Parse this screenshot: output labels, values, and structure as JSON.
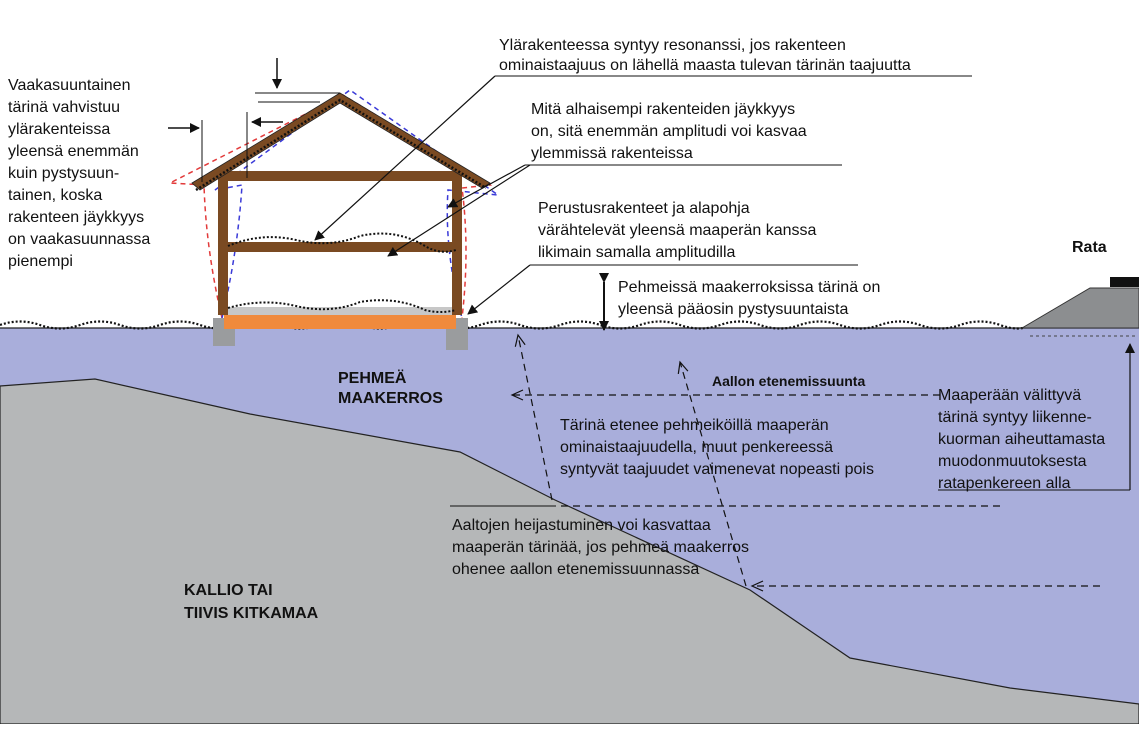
{
  "labels": {
    "rata": "Rata",
    "soft_layer": [
      "PEHMEÄ",
      "MAAKERROS"
    ],
    "bedrock": [
      "KALLIO TAI",
      "TIIVIS KITKAMAA"
    ],
    "wave_direction": "Aallon etenemissuunta"
  },
  "notes": {
    "horizontal": [
      "Vaakasuuntainen",
      "tärinä vahvistuu",
      "ylärakenteissa",
      "yleensä enemmän",
      "kuin pystysuun-",
      "tainen, koska",
      "rakenteen jäykkyys",
      "on vaakasuunnassa",
      "pienempi"
    ],
    "resonance": [
      "Ylärakenteessa syntyy resonanssi, jos rakenteen",
      "ominaistaajuus on lähellä maasta tulevan tärinän taajuutta"
    ],
    "stiffness": [
      "Mitä alhaisempi rakenteiden jäykkyys",
      "on, sitä enemmän amplitudi voi kasvaa",
      "ylemmissä rakenteissa"
    ],
    "foundation": [
      "Perustusrakenteet ja alapohja",
      "värähtelevät yleensä maaperän kanssa",
      "likimain samalla amplitudilla"
    ],
    "vertical": [
      "Pehmeissä maakerroksissa tärinä on",
      "yleensä pääosin pystysuuntaista"
    ],
    "propagation": [
      "Tärinä etenee pehmeiköillä maaperän",
      "ominaistaajuudella, muut penkereessä",
      "syntyvät taajuudet vaimenevat nopeasti pois"
    ],
    "source": [
      "Maaperään välittyvä",
      "tärinä syntyy liikenne-",
      "kuorman aiheuttamasta",
      "muodonmuutoksesta",
      "ratapenkereen alla"
    ],
    "reflection": [
      "Aaltojen heijastuminen voi kasvattaa",
      "maaperän tärinää, jos pehmeä maakerros",
      "ohenee aallon etenemissuunnassa"
    ]
  },
  "colors": {
    "soft_soil": "#a9aedb",
    "bedrock": "#b5b7b8",
    "timber": "#7a4a22",
    "floor_slab": "#f08a3c",
    "embankment": "#8c8e90",
    "mode_red": "#e23a3a",
    "mode_blue": "#3a3ad8"
  }
}
